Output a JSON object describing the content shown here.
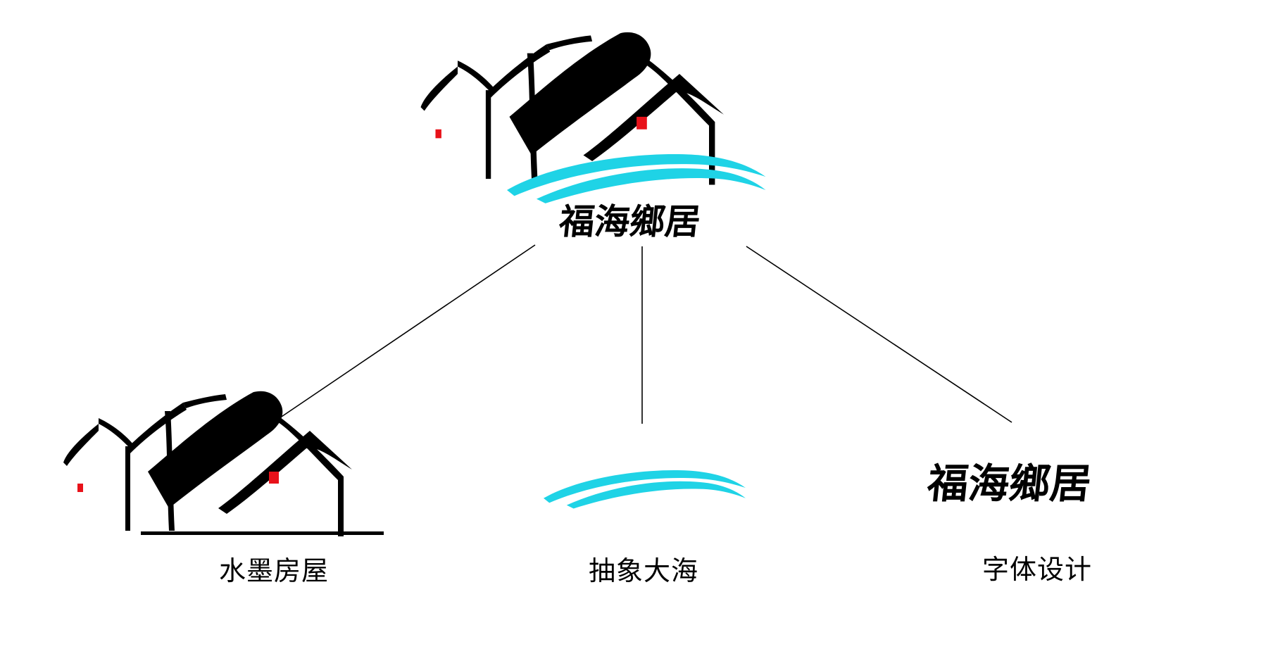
{
  "brand": {
    "logo_text": "福海鄉居",
    "colors": {
      "ink": "#000000",
      "sea": "#1fd3e6",
      "window": "#e8121a",
      "background": "#ffffff"
    }
  },
  "components": [
    {
      "id": "ink-house",
      "label": "水墨房屋",
      "icon": "ink-house-icon"
    },
    {
      "id": "abstract-sea",
      "label": "抽象大海",
      "icon": "wave-icon"
    },
    {
      "id": "font-design",
      "label": "字体设计",
      "icon": "brush-lettering"
    }
  ]
}
